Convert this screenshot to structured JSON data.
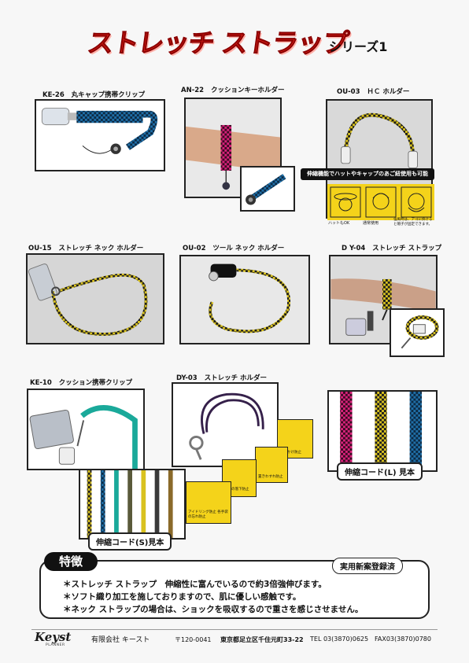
{
  "header": {
    "title": "ストレッチ ストラップ",
    "series": "シリーズ1"
  },
  "products": [
    {
      "code": "KE-26",
      "name": "丸キャップ携帯クリップ"
    },
    {
      "code": "AN-22",
      "name": "クッションキーホルダー"
    },
    {
      "code": "OU-03",
      "name": "ＨＣ ホルダー"
    },
    {
      "code": "OU-15",
      "name": "ストレッチ ネック ホルダー"
    },
    {
      "code": "OU-02",
      "name": "ツール ネック ホルダー"
    },
    {
      "code": "D Y-04",
      "name": "ストレッチ ストラップ"
    },
    {
      "code": "KE-10",
      "name": "クッション携帯クリップ"
    },
    {
      "code": "DY-03",
      "name": "ストレッチ ホルダー"
    }
  ],
  "hc_banner": "伸縮機能でハットやキャップのあご紐使用も可能",
  "hc_notes": [
    "ハットもOK",
    "通常使用",
    "強風時は、アゴに掛けると帽子が固定できます。"
  ],
  "dy03_notes": [
    "ひっかけ防止",
    "置きわすれ防止",
    "不意の落下防止",
    "アイドリング防止 各手袋の忘れ防止"
  ],
  "samples": {
    "large": "伸縮コード(L) 見本",
    "small": "伸縮コード(S)見本"
  },
  "features": {
    "tag": "特徴",
    "registered": "実用新案登録済",
    "items": [
      "＊ストレッチ ストラップ　伸縮性に富んでいるので約3倍強伸びます。",
      "＊ソフト織り加工を施しておりますので、肌に優しい感触です。",
      "＊ネック ストラップの場合は、ショックを吸収するので重さを感じさせません。"
    ]
  },
  "footer": {
    "logo": "Keyst",
    "logo_sub": "PLANNER",
    "company": "有限会社 キースト",
    "postal": "〒120-0041",
    "address": "東京都足立区千住元町33-22",
    "tel": "TEL 03(3870)0625",
    "fax": "FAX03(3870)0780"
  },
  "colors": {
    "title_red": "#e2231a",
    "cord_yellow": "#d9c21f",
    "cord_blue": "#1f6fa8",
    "cord_pink": "#d8217a",
    "cord_teal": "#1aa99a"
  }
}
